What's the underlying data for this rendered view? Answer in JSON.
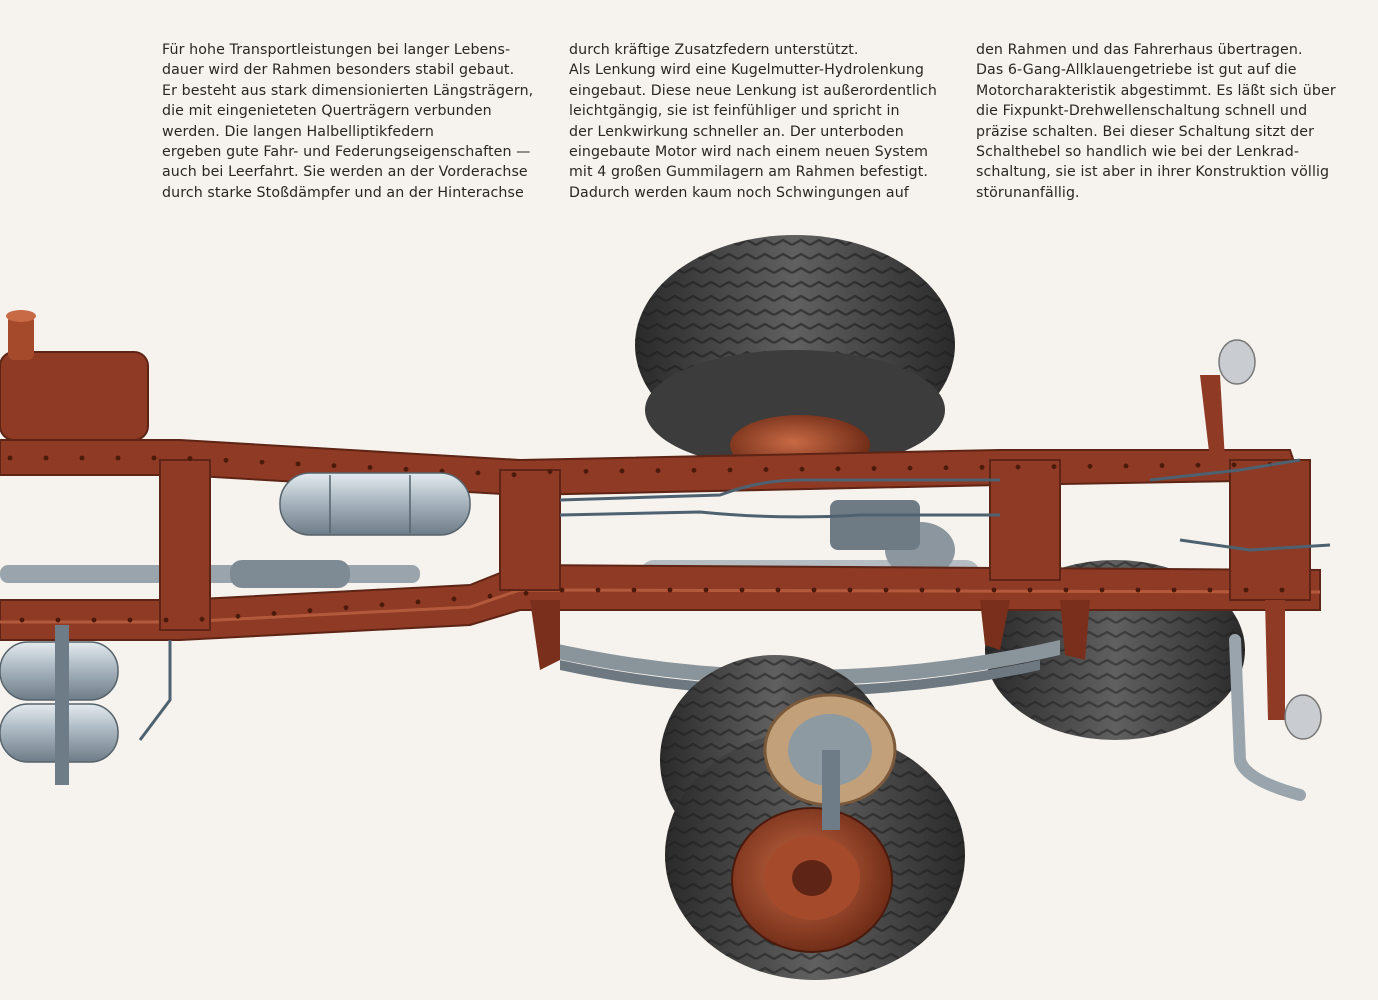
{
  "text_columns": [
    "Für hohe Transportleistungen bei langer Lebens-\ndauer wird der Rahmen besonders stabil gebaut.\nEr besteht aus stark dimensionierten Längsträgern,\ndie mit eingenieteten Querträgern verbunden\nwerden. Die langen Halbelliptikfedern\nergeben gute Fahr- und Federungseigenschaften —\nauch bei Leerfahrt. Sie werden an der Vorderachse\ndurch starke Stoßdämpfer und an der Hinterachse",
    "durch kräftige Zusatzfedern unterstützt.\nAls Lenkung wird eine Kugelmutter-Hydrolenkung\neingebaut. Diese neue Lenkung ist außerordentlich\nleichtgängig, sie ist feinfühliger und spricht in\nder Lenkwirkung schneller an. Der unterboden\neingebaute Motor wird nach einem neuen System\nmit 4 großen Gummilagern am Rahmen befestigt.\nDadurch werden kaum noch Schwingungen auf",
    "den Rahmen und das Fahrerhaus übertragen.\nDas 6-Gang-Allklauengetriebe ist gut auf die\nMotorcharakteristik abgestimmt. Es läßt sich über\ndie Fixpunkt-Drehwellenschaltung schnell und\npräzise schalten. Bei dieser Schaltung sitzt der\nSchalthebel so handlich wie bei der Lenkrad-\nschaltung, sie ist aber in ihrer Konstruktion völlig\nstörunanfällig."
  ],
  "colors": {
    "frame": "#8e3a24",
    "frame_dark": "#5e2415",
    "frame_light": "#b45a3c",
    "tank": "#a9b6c0",
    "tire": "#3a3a3a",
    "rim": "#9c4428"
  }
}
